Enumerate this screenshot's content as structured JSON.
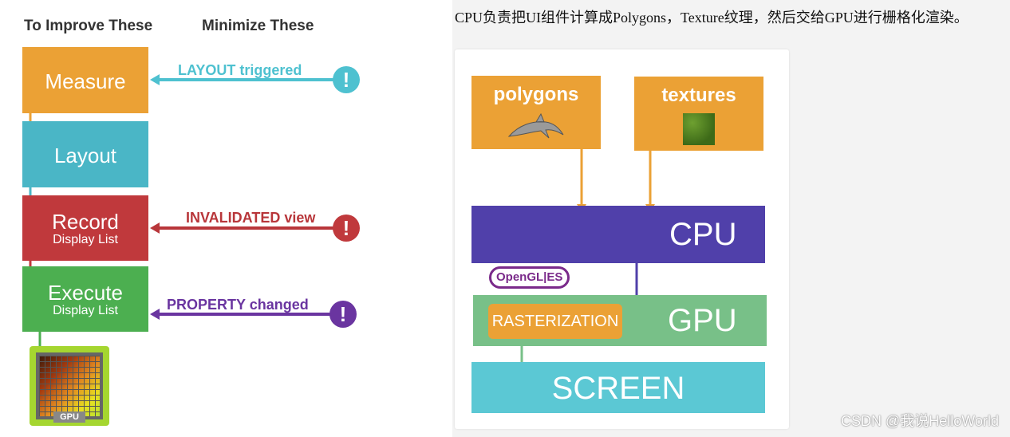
{
  "left": {
    "head_improve": "To Improve These",
    "head_minimize": "Minimize These",
    "stages": [
      {
        "label": "Measure",
        "sub": ""
      },
      {
        "label": "Layout",
        "sub": ""
      },
      {
        "label": "Record",
        "sub": "Display List"
      },
      {
        "label": "Execute",
        "sub": "Display List"
      }
    ],
    "triggers": [
      {
        "label": "LAYOUT triggered",
        "color": "#4ec1d0"
      },
      {
        "label": "INVALIDATED view",
        "color": "#b8363a"
      },
      {
        "label": "PROPERTY changed",
        "color": "#6a35a0"
      }
    ],
    "bang": "!",
    "gpu_label": "GPU",
    "colors": {
      "measure": "#eba135",
      "layout": "#4ab6c6",
      "record": "#c0393c",
      "execute": "#4caf50"
    }
  },
  "right": {
    "caption": "CPU负责把UI组件计算成Polygons，Texture纹理，然后交给GPU进行栅格化渲染。",
    "polygons": "polygons",
    "textures": "textures",
    "cpu": "CPU",
    "opengl": "OpenGL|ES",
    "rasterization": "RASTERIZATION",
    "gpu": "GPU",
    "screen": "SCREEN",
    "watermark": "CSDN @我说HelloWorld"
  }
}
